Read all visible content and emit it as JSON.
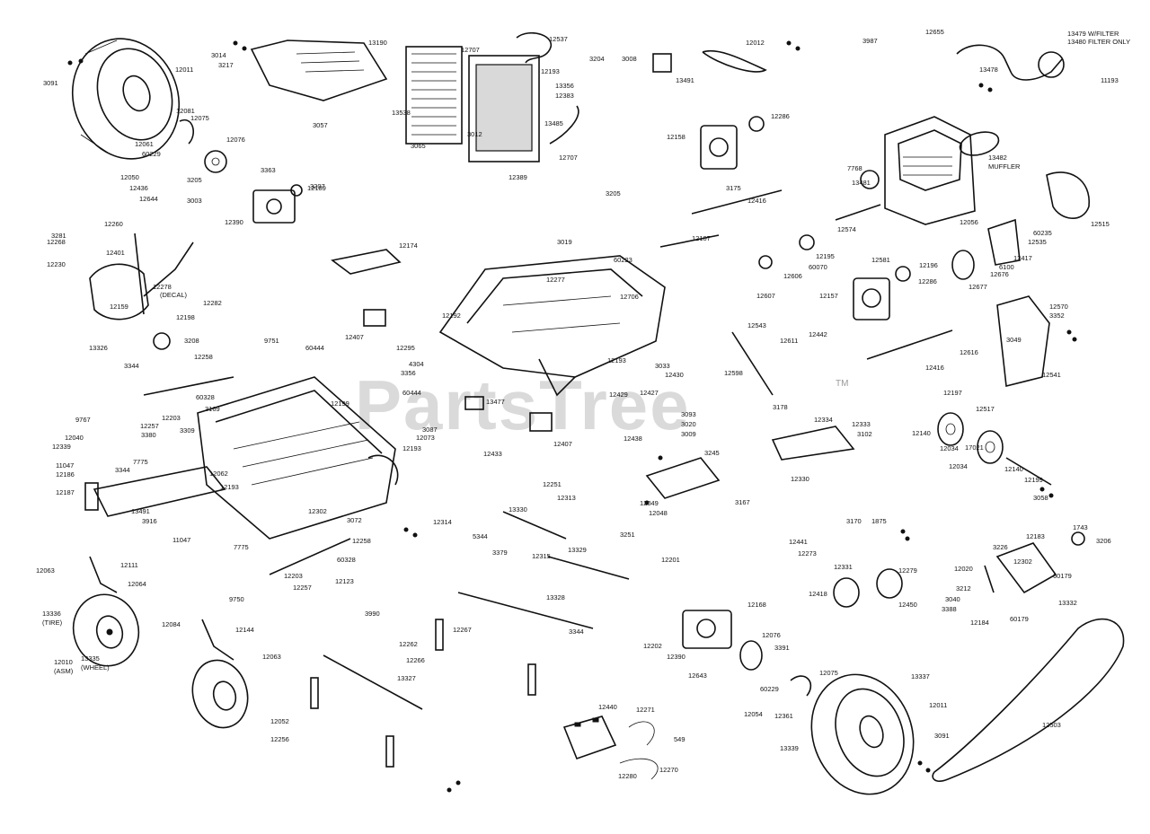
{
  "watermark": "PartsTree",
  "watermark_tm": "TM",
  "callouts": {
    "tire_rear_left": "12011",
    "c3091_left": "3091",
    "seat_pan": "13190",
    "radiator": "13538",
    "hose_upper": "12537",
    "c12707a": "12707",
    "c12707b": "12707",
    "c12193a": "12193",
    "c13356": "13356",
    "c12383": "12383",
    "c13485": "13485",
    "c12389": "12389",
    "relay": "13491",
    "belt_small": "12012",
    "filter_note_1": "13479 W/FILTER",
    "filter_note_2": "13480 FILTER ONLY",
    "c13478": "13478",
    "c12655": "12655",
    "c11193": "11193",
    "c13482": "13482",
    "muffler": "MUFFLER",
    "engine": "12056",
    "c12515": "12515",
    "c60235": "60235",
    "c12535": "12535",
    "c12417": "12417",
    "c6100": "6100",
    "c12676": "12676",
    "c12677": "12677",
    "c13481": "13481",
    "c7768": "7768",
    "c12158": "12158",
    "c12286a": "12286",
    "c12416a": "12416",
    "c12390a": "12390",
    "c12189a": "12189",
    "c3363a": "3363",
    "c12081": "12081",
    "c12075a": "12075",
    "c12076a": "12076",
    "c12061": "12061",
    "c60229a": "60229",
    "c12050": "12050",
    "c12644": "12644",
    "c12436": "12436",
    "c3205a": "3205",
    "c3003": "3003",
    "c12260": "12260",
    "c12268": "12268",
    "c12230": "12230",
    "c12401": "12401",
    "c12278": "12278",
    "decal": "(DECAL)",
    "c12282": "12282",
    "c12159": "12159",
    "c12198a": "12198",
    "c13326": "13326",
    "c3344a": "3344",
    "c12174": "12174",
    "c12407a": "12407",
    "c12295": "12295",
    "c12193b": "12193",
    "c12277": "12277",
    "c12706": "12706",
    "c60223": "60223",
    "c12429": "12429",
    "c12427": "12427",
    "c12430": "12430",
    "c12598": "12598",
    "c12611": "12611",
    "c12543": "12543",
    "c12107": "12107",
    "c12574": "12574",
    "c12606": "12606",
    "c12607": "12607",
    "c12195": "12195",
    "c60070": "60070",
    "c12581": "12581",
    "c12196": "12196",
    "c12286b": "12286",
    "c12157": "12157",
    "c12442": "12442",
    "c12416b": "12416",
    "c12570": "12570",
    "c12541": "12541",
    "c12517": "12517",
    "c12197": "12197",
    "c12616": "12616",
    "c12258a": "12258",
    "c60328": "60328",
    "c12203a": "12203",
    "c12257a": "12257",
    "c3169": "3169",
    "c3309": "3309",
    "c12199a": "12199",
    "c60444a": "60444",
    "c60444b": "60444",
    "c12193c": "12193",
    "c12192": "12192",
    "c13477": "13477",
    "c12073": "12073",
    "c12407b": "12407",
    "c12433": "12433",
    "c12438": "12438",
    "c12049": "12049",
    "c12048": "12048",
    "c12334": "12334",
    "c12333": "12333",
    "c12330": "12330",
    "c12034a": "12034",
    "c12034b": "12034",
    "c12140a": "12140",
    "c12140b": "12140",
    "c12199b": "12199",
    "c17021": "17021",
    "c12040": "12040",
    "c12339": "12339",
    "c11047a": "11047",
    "c12186": "12186",
    "c12187": "12187",
    "c3344b": "3344",
    "c7775a": "7775",
    "c13491": "13491",
    "c3916": "3916",
    "c12062": "12062",
    "c12193d": "12193",
    "c12302": "12302",
    "c12258b": "12258",
    "c11047b": "11047",
    "c7775b": "7775",
    "c60328b": "60328",
    "c12203b": "12203",
    "c12257b": "12257",
    "c12123": "12123",
    "c12063": "12063",
    "c12111": "12111",
    "c12064": "12064",
    "tire_front_left": "13336",
    "tire_note": "(TIRE)",
    "wheel_front_left": "13335",
    "wheel_note": "(WHEEL)",
    "asm_front_left": "12010",
    "asm_note": "(ASM)",
    "c12084": "12084",
    "c12144": "12144",
    "c12063b": "12063",
    "c13327": "13327",
    "c13328": "13328",
    "c13329": "13329",
    "c13330": "13330",
    "c12314": "12314",
    "c12313": "12313",
    "c12315": "12315",
    "c12251": "12251",
    "c12201": "12201",
    "c12262": "12262",
    "c12267": "12267",
    "c12266": "12266",
    "c12256": "12256",
    "c12052": "12052",
    "c12440": "12440",
    "c12271": "12271",
    "c12270": "12270",
    "c12280": "12280",
    "c549": "549",
    "c12168": "12168",
    "c12202": "12202",
    "c12390b": "12390",
    "c12076b": "12076",
    "c3391": "3391",
    "c12643": "12643",
    "c12054": "12054",
    "c60229b": "60229",
    "c12075b": "12075",
    "c12361": "12361",
    "tire_rear_right": "13339",
    "wheel_rear_right": "13337",
    "asm_rear_right": "12011",
    "c3091_right": "3091",
    "belt_large": "12503",
    "c12441": "12441",
    "c12273": "12273",
    "c12331": "12331",
    "c12279": "12279",
    "c12418": "12418",
    "c12450": "12450",
    "c1875": "1875",
    "c12183": "12183",
    "c12302b": "12302",
    "c12020": "12020",
    "c60179a": "60179",
    "c60179b": "60179",
    "c13332": "13332",
    "c12184": "12184",
    "c1743": "1743",
    "c3057": "3057",
    "c3207": "3207",
    "c3205": "3205",
    "c3033": "3033",
    "c3072": "3072",
    "c9750": "9750",
    "c9767": "9767",
    "c3990": "3990",
    "c3379": "3379",
    "c3065": "3065",
    "c3019": "3019",
    "c3012": "3012",
    "c3208": "3208",
    "c9751": "9751",
    "c3344": "3344",
    "c3352": "3352",
    "c3987": "3987",
    "c3206": "3206",
    "c5344": "5344",
    "c3167": "3167",
    "c3093": "3093",
    "c3020": "3020",
    "c3009": "3009",
    "c3014": "3014",
    "c3217": "3217",
    "c3008": "3008",
    "c3204": "3204",
    "c3245": "3245",
    "c3178": "3178",
    "c3356": "3356",
    "c4304": "4304",
    "c3251": "3251",
    "c3226": "3226",
    "c3212": "3212",
    "c3040": "3040",
    "c3388": "3388",
    "c3170": "3170",
    "c3102": "3102",
    "c3058": "3058",
    "c3049": "3049",
    "c3175": "3175",
    "c3281": "3281",
    "c3087": "3087",
    "c3380": "3380"
  }
}
